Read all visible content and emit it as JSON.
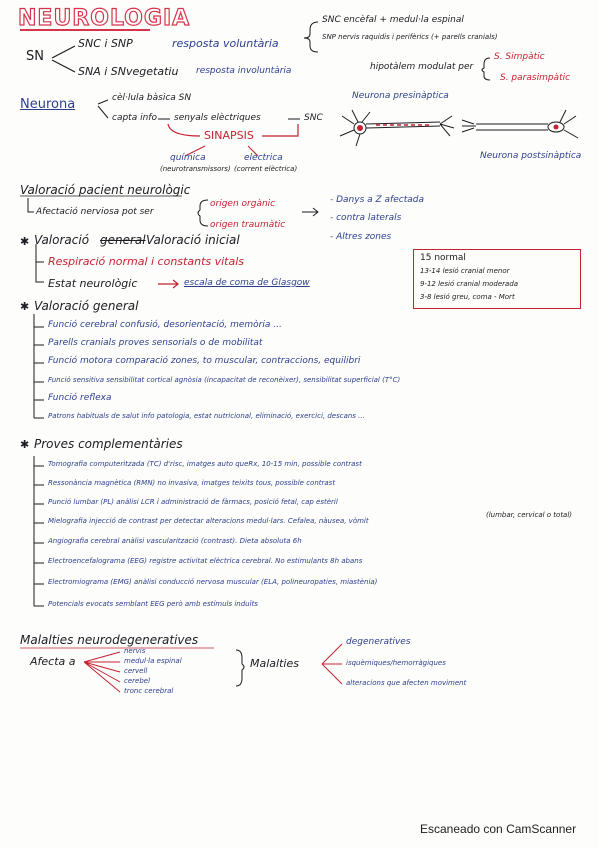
{
  "title": "NEUROLOGIA",
  "sn": {
    "label": "SN",
    "snc_snp": "SNC i SNP",
    "resposta_voluntaria": "resposta voluntària",
    "sna_snvegetatiu": "SNA i SNvegetatiu",
    "resposta_involuntaria": "resposta involuntària",
    "hipotalem": "hipotàlem modulat per",
    "snc_def": "SNC encèfal + medul·la espinal",
    "snp_def": "SNP nervis raquidis i perifèrics (+ parells cranials)",
    "ssimpatic": "S. Simpàtic",
    "sparasimpatic": "S. parasimpàtic"
  },
  "neurona": {
    "label": "Neurona",
    "cellula": "cèl·lula bàsica SN",
    "capta_info": "capta info",
    "senyals": "senyals elèctriques",
    "snc": "SNC",
    "sinapsis": "SINAPSIS",
    "quimica": "química",
    "quimica_sub": "(neurotransmissors)",
    "electrica": "elèctrica",
    "electrica_sub": "(corrent elèctrica)",
    "presinaptica": "Neurona presinàptica",
    "postsinaptica": "Neurona postsinàptica"
  },
  "valoracio": {
    "heading": "Valoració pacient neurològic",
    "afectacio": "Afectació nerviosa pot ser",
    "origen_organic": "origen orgànic",
    "origen_traumatic": "origen traumàtic",
    "danys": "- Danys a Z afectada",
    "contra": "- contra laterals",
    "altres": "- Altres zones"
  },
  "inicial": {
    "heading": "Valoració inicial",
    "struck": "general",
    "label": "Valoració",
    "item1": "Respiració normal i constants vitals",
    "item2": "Estat neurològic",
    "item2_b": "escala de coma de Glasgow"
  },
  "glasgow": {
    "l1": "15 normal",
    "l2": "13-14 lesió cranial menor",
    "l3": "9-12 lesió cranial moderada",
    "l4": "3-8 lesió greu, coma - Mort"
  },
  "general": {
    "heading": "Valoració general",
    "items": [
      "Funció cerebral confusió, desorientació, memòria ...",
      "Parells cranials proves sensorials o de mobilitat",
      "Funció motora comparació zones, to muscular, contraccions, equilibri",
      "Funció sensitiva sensibilitat cortical agnòsia (incapacitat de reconèixer), sensibilitat superficial (T°C)",
      "Funció reflexa",
      "Patrons habituals de salut info patologia, estat nutricional, eliminació, exercici, descans ..."
    ]
  },
  "proves": {
    "heading": "Proves complementàries",
    "items": [
      "Tomografia computeritzada (TC) d'risc, imatges auto queRx, 10-15 min, possible contrast",
      "Ressonància magnètica (RMN) no invasiva, imatges teixits tous, possible contrast",
      "Punció lumbar (PL) anàlisi LCR i administració de fàrmacs, posició fetal, cap estèril",
      "Mielografia injecció de contrast per detectar alteracions medul·lars. Cefalea, nàusea, vòmit",
      "Angiografia cerebral anàlisi vascularització (contrast). Dieta absoluta 6h",
      "Electroencefalograma (EEG) registre activitat elèctrica cerebral. No estimulants 8h abans",
      "Electromiograma (EMG) anàlisi conducció nervosa muscular (ELA, polineuropaties, miastènia)",
      "Potencials evocats semblant EEG però amb estímuls induïts"
    ],
    "mielo_note": "(lumbar, cervical o total)"
  },
  "malalties": {
    "heading": "Malalties neurodegeneratives",
    "afecta": "Afecta a",
    "targets": [
      "nervis",
      "medul·la espinal",
      "cervell",
      "cerebel",
      "tronc cerebral"
    ],
    "label": "Malalties",
    "types": [
      "degeneratives",
      "isquèmiques/hemorràgiques",
      "alteracions que afecten moviment"
    ]
  },
  "footer": "Escaneado con CamScanner"
}
